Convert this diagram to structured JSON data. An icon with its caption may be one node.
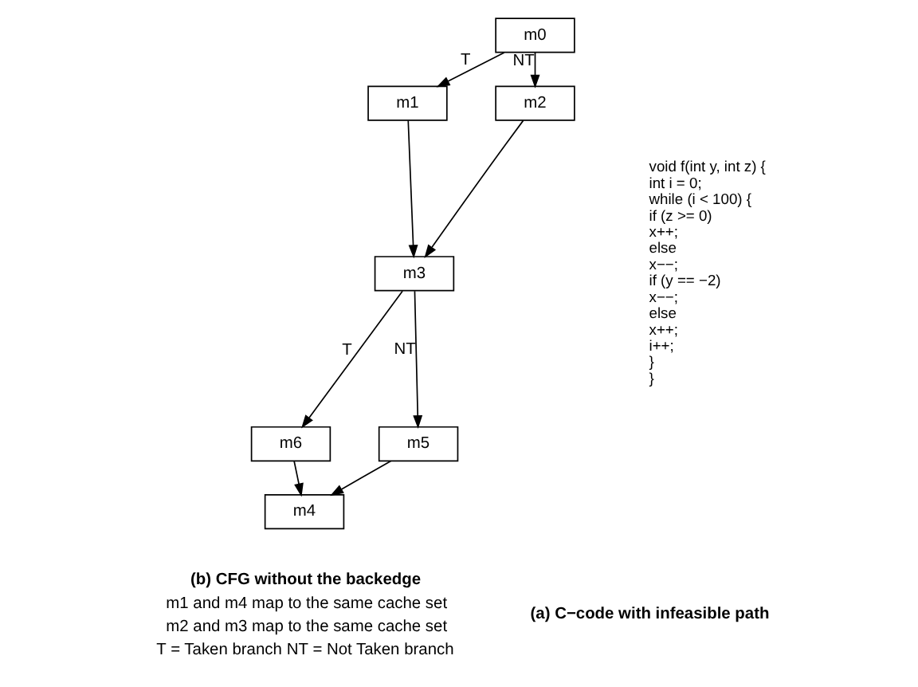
{
  "diagram": {
    "nodes": [
      {
        "text": [
          "m0"
        ]
      },
      {
        "text": [
          "m1"
        ]
      },
      {
        "text": [
          "m2"
        ]
      },
      {
        "text": [
          "m3"
        ]
      },
      {
        "text": [
          "m6"
        ]
      },
      {
        "text": [
          "m5"
        ]
      },
      {
        "text": [
          "m4"
        ]
      }
    ],
    "edges": [
      {
        "from": 0,
        "to": 1,
        "arrow": "to",
        "label": "T"
      },
      {
        "from": 0,
        "to": 2,
        "arrow": "to",
        "label": "NT"
      },
      {
        "from": 1,
        "to": 3,
        "arrow": "to"
      },
      {
        "from": 2,
        "to": 3,
        "arrow": "to"
      },
      {
        "from": 3,
        "to": 4,
        "arrow": "to",
        "label": "T"
      },
      {
        "from": 3,
        "to": 5,
        "arrow": "to",
        "label": "NT"
      },
      {
        "from": 4,
        "to": 6,
        "arrow": "to"
      },
      {
        "from": 5,
        "to": 6,
        "arrow": "to"
      }
    ],
    "labels": [
      "void f(int y, int z) {",
      "int i = 0;",
      "while (i < 100) {",
      "if (z >= 0)",
      "x++;",
      "else",
      "x−−;",
      "if (y == −2)",
      "x−−;",
      "else",
      "x++;",
      "i++;",
      "}",
      "}",
      "(a) C−code with infeasible path",
      "(b) CFG without the backedge",
      "m1 and m4 map to the same cache set",
      "m2 and m3 map to the same cache set",
      "T = Taken branch",
      "NT = Not Taken branch"
    ]
  }
}
